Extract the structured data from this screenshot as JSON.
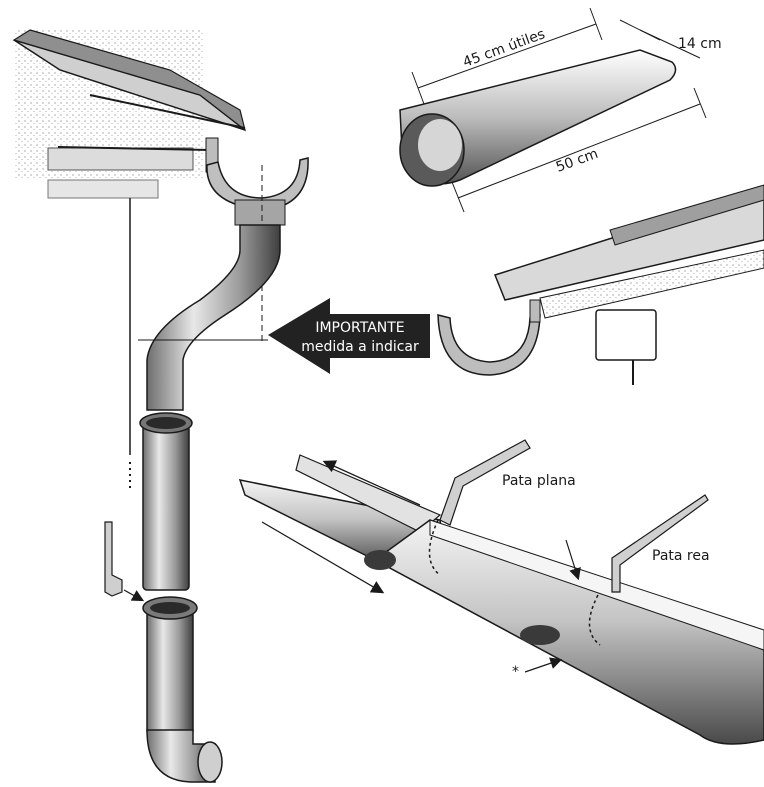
{
  "labels": {
    "useful_length": "45 cm útiles",
    "width": "14 cm",
    "total_length": "50 cm",
    "important_line1": "IMPORTANTE",
    "important_line2": "medida a indicar",
    "flat_bracket": "Pata plana",
    "rear_bracket": "Pata rea",
    "asterisk": "*"
  },
  "colors": {
    "ink": "#1a1a1a",
    "arrow_fill": "#222222",
    "arrow_text": "#ffffff",
    "shade": "#9a9a9a",
    "light_shade": "#d9d9d9"
  }
}
